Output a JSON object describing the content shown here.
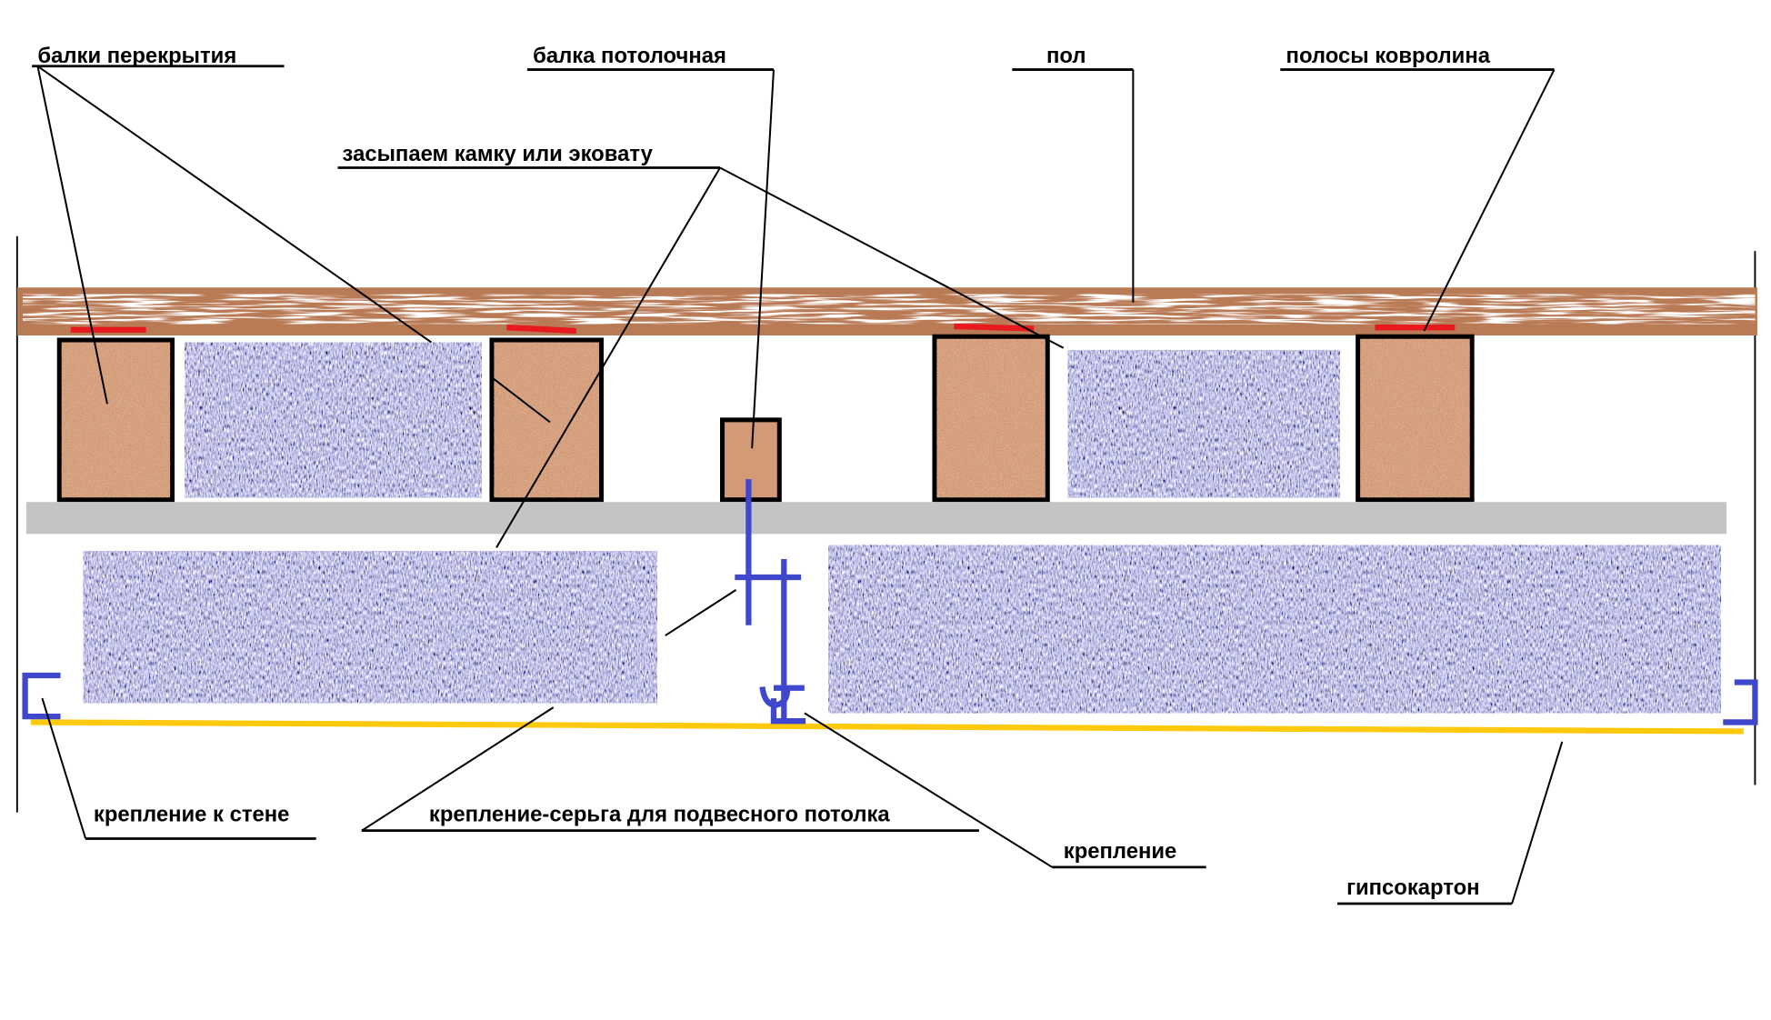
{
  "diagram": {
    "labels": {
      "floor_beams": "балки перекрытия",
      "ceiling_beam": "балка потолочная",
      "floor": "пол",
      "carpet_strips": "полосы ковролина",
      "fill": "засыпаем камку или эковату",
      "wall_mount": "крепление к стене",
      "hanger": "крепление-серьга для подвесного потолка",
      "mount": "крепление",
      "drywall": "гипсокартон"
    },
    "colors": {
      "wood": "#b97a56",
      "beam": "#d29a76",
      "carpet": "#e8191f",
      "board": "#c4c4c4",
      "drywall": "#ffc90e",
      "fastener": "#3f48cc"
    }
  }
}
